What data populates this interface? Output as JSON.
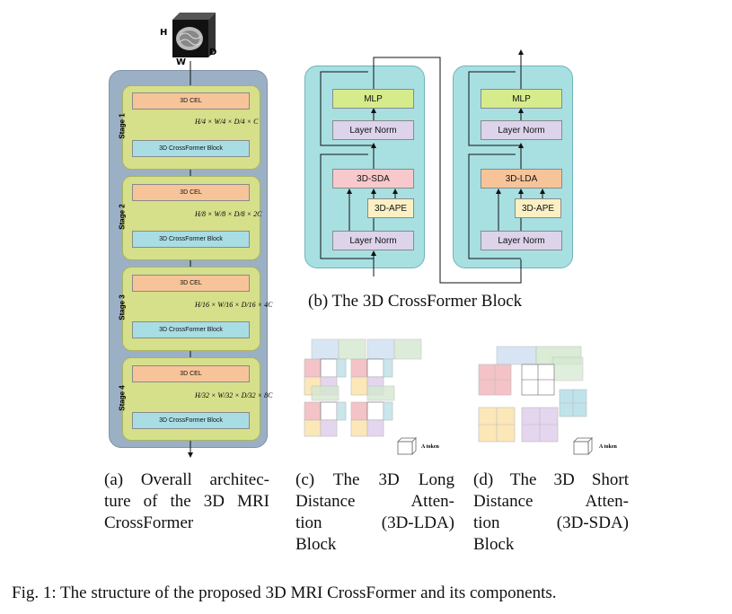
{
  "input": {
    "h": "H",
    "w": "W",
    "d": "D"
  },
  "arch": {
    "cel_label": "3D CEL",
    "block_label": "3D CrossFormer Block",
    "stages": [
      {
        "label": "Stage 1",
        "dims": "H/4 × W/4 × D/4 × C"
      },
      {
        "label": "Stage 2",
        "dims": "H/8 × W/8 × D/8 × 2C"
      },
      {
        "label": "Stage 3",
        "dims": "H/16 × W/16 × D/16 × 4C"
      },
      {
        "label": "Stage 4",
        "dims": "H/32 × W/32 × D/32 × 8C"
      }
    ]
  },
  "block": {
    "left": {
      "mlp": "MLP",
      "norm_top": "Layer Norm",
      "attn": "3D-SDA",
      "ape": "3D-APE",
      "norm_bottom": "Layer Norm"
    },
    "right": {
      "mlp": "MLP",
      "norm_top": "Layer Norm",
      "attn": "3D-LDA",
      "ape": "3D-APE",
      "norm_bottom": "Layer Norm"
    }
  },
  "token_label": "A token",
  "captions": {
    "a": [
      "(a) Overall architec-",
      "ture of the 3D MRI",
      "CrossFormer"
    ],
    "b": "(b) The 3D CrossFormer Block",
    "c": [
      "(c) The 3D Long",
      "Distance Atten-",
      "tion (3D-LDA)",
      "Block"
    ],
    "d": [
      "(d) The 3D Short",
      "Distance Atten-",
      "tion (3D-SDA)",
      "Block"
    ],
    "fig": "Fig. 1: The structure of the proposed 3D MRI CrossFormer and its components."
  },
  "colors": {
    "stage_bg": "#d6df8a",
    "cel": "#f7c49a",
    "block": "#a9dde4",
    "panel": "#a8e0e2",
    "mlp": "#d6ec8c",
    "norm": "#ddd3ea",
    "sda": "#f8c9cc",
    "lda": "#f7c49a",
    "ape": "#fbf0c4",
    "outer": "#9bb0c4"
  }
}
